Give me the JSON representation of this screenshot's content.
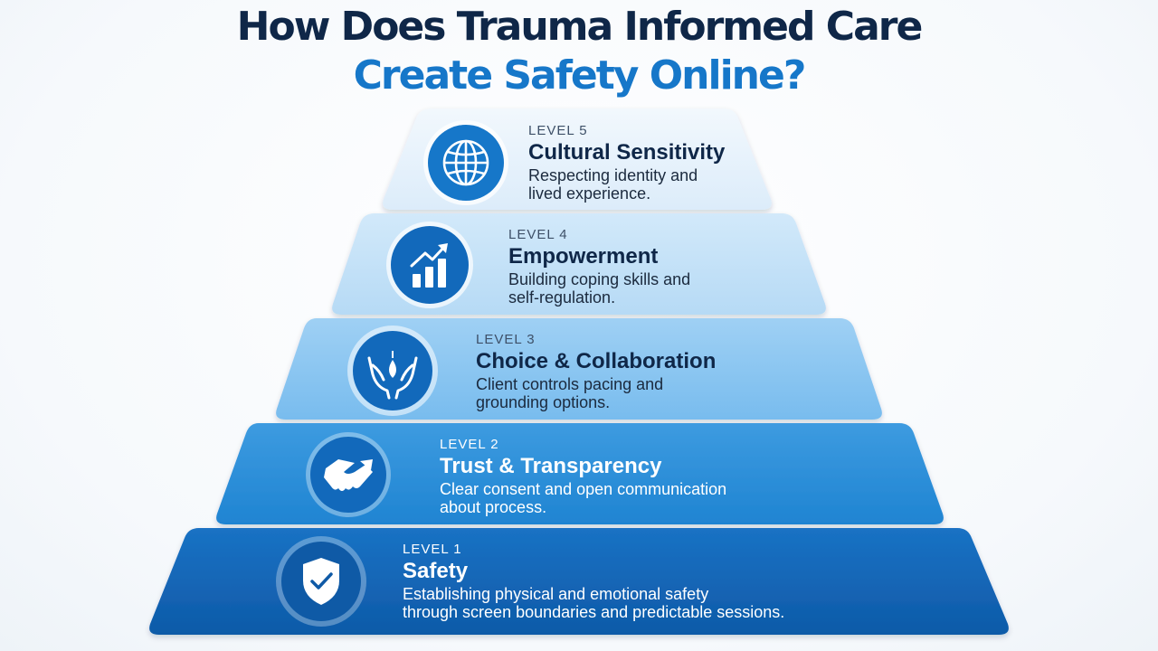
{
  "title": {
    "line1": "How Does Trauma Informed Care",
    "line2": "Create Safety Online?"
  },
  "levels": [
    {
      "label": "LEVEL 5",
      "name": "Cultural Sensitivity",
      "desc1": "Respecting identity and",
      "desc2": "lived experience.",
      "icon": "globe-icon",
      "color": "#e8f3fc"
    },
    {
      "label": "LEVEL 4",
      "name": "Empowerment",
      "desc1": "Building coping skills and",
      "desc2": "self-regulation.",
      "icon": "growth-chart-icon",
      "color": "#c3e1f8"
    },
    {
      "label": "LEVEL 3",
      "name": "Choice & Collaboration",
      "desc1": "Client controls pacing and",
      "desc2": "grounding options.",
      "icon": "hands-icon",
      "color": "#8ac6f1"
    },
    {
      "label": "LEVEL 2",
      "name": "Trust & Transparency",
      "desc1": "Clear consent and open communication",
      "desc2": "about process.",
      "icon": "handshake-icon",
      "color": "#2a8fd9"
    },
    {
      "label": "LEVEL 1",
      "name": "Safety",
      "desc1": "Establishing physical and emotional safety",
      "desc2": "through screen boundaries and predictable sessions.",
      "icon": "shield-check-icon",
      "color": "#1269bb"
    }
  ]
}
